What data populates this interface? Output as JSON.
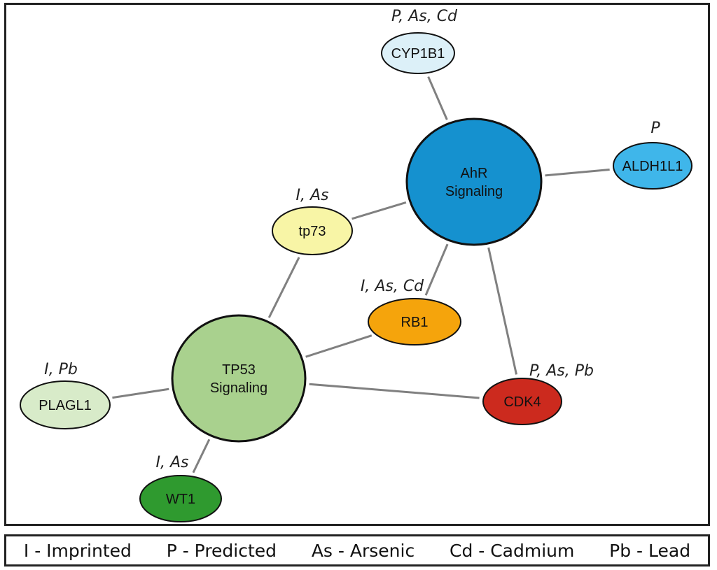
{
  "nodes": [
    {
      "id": "ahr",
      "label_lines": [
        "AhR",
        "Signaling"
      ],
      "annotation": "",
      "fill": "#1591cf"
    },
    {
      "id": "tp53",
      "label_lines": [
        "TP53",
        "Signaling"
      ],
      "annotation": "",
      "fill": "#a9d18e"
    },
    {
      "id": "cyp1b1",
      "label_lines": [
        "CYP1B1"
      ],
      "annotation": "P, As, Cd",
      "fill": "#dcf0f8"
    },
    {
      "id": "aldh1l1",
      "label_lines": [
        "ALDH1L1"
      ],
      "annotation": "P",
      "fill": "#3fb6ea"
    },
    {
      "id": "tp73",
      "label_lines": [
        "tp73"
      ],
      "annotation": "I, As",
      "fill": "#f8f5a6"
    },
    {
      "id": "rb1",
      "label_lines": [
        "RB1"
      ],
      "annotation": "I, As, Cd",
      "fill": "#f5a40c"
    },
    {
      "id": "cdk4",
      "label_lines": [
        "CDK4"
      ],
      "annotation": "P, As, Pb",
      "fill": "#cc2a1e"
    },
    {
      "id": "plagl1",
      "label_lines": [
        "PLAGL1"
      ],
      "annotation": "I, Pb",
      "fill": "#d8ebc9"
    },
    {
      "id": "wt1",
      "label_lines": [
        "WT1"
      ],
      "annotation": "I, As",
      "fill": "#2f9a2f"
    }
  ],
  "edges": [
    [
      "cyp1b1",
      "ahr"
    ],
    [
      "aldh1l1",
      "ahr"
    ],
    [
      "tp73",
      "ahr"
    ],
    [
      "rb1",
      "ahr"
    ],
    [
      "cdk4",
      "ahr"
    ],
    [
      "tp73",
      "tp53"
    ],
    [
      "rb1",
      "tp53"
    ],
    [
      "cdk4",
      "tp53"
    ],
    [
      "plagl1",
      "tp53"
    ],
    [
      "wt1",
      "tp53"
    ]
  ],
  "legend": [
    "I - Imprinted",
    "P - Predicted",
    "As - Arsenic",
    "Cd - Cadmium",
    "Pb - Lead"
  ]
}
